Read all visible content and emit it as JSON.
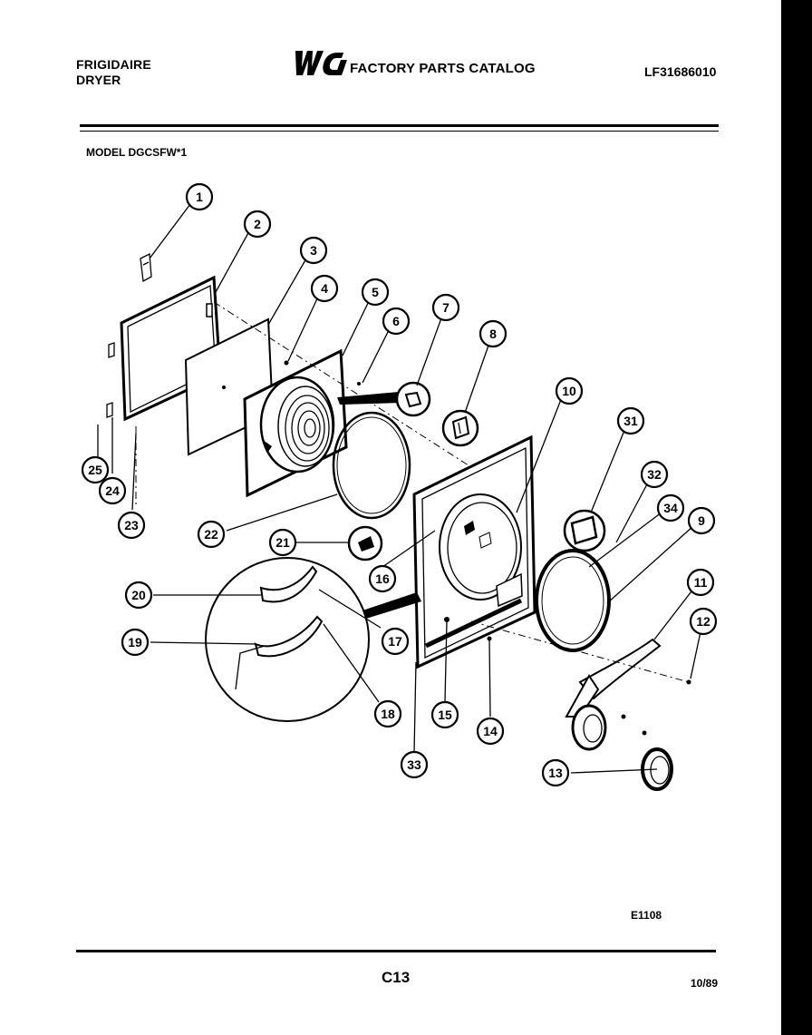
{
  "header": {
    "brand": "FRIGIDAIRE",
    "appliance": "DRYER",
    "catalog_title": "FACTORY PARTS CATALOG",
    "catalog_number": "LF31686010",
    "model": "MODEL DGCSFW*1"
  },
  "callouts": [
    "1",
    "2",
    "3",
    "4",
    "5",
    "6",
    "7",
    "8",
    "10",
    "31",
    "32",
    "34",
    "9",
    "11",
    "12",
    "25",
    "24",
    "23",
    "22",
    "21",
    "16",
    "20",
    "19",
    "17",
    "18",
    "15",
    "14",
    "33",
    "13"
  ],
  "footer": {
    "diagram_code": "E1108",
    "page": "C13",
    "date": "10/89"
  }
}
